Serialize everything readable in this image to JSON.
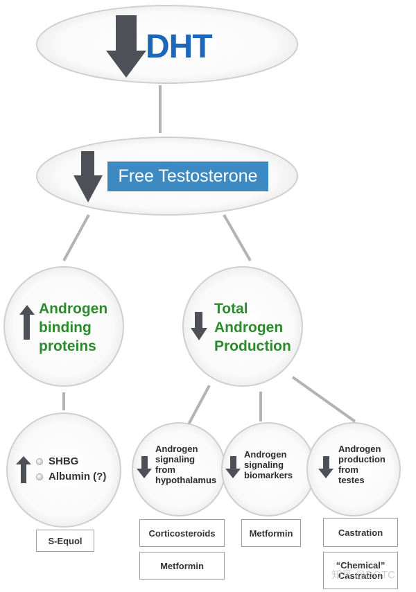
{
  "top": {
    "title": "DHT"
  },
  "level2": {
    "label": "Free Testosterone"
  },
  "left_branch": {
    "title_lines": [
      "Androgen",
      "binding",
      "proteins"
    ],
    "items": [
      "SHBG",
      "Albumin (?)"
    ],
    "box": "S-Equol"
  },
  "right_branch": {
    "title_lines": [
      "Total",
      "Androgen",
      "Production"
    ],
    "nodes": [
      {
        "lines": [
          "Androgen",
          "signaling",
          "from",
          "hypothalamus"
        ],
        "boxes": [
          "Corticosteroids",
          "Metformin"
        ]
      },
      {
        "lines": [
          "Androgen",
          "signaling",
          "biomarkers"
        ],
        "boxes": [
          "Metformin"
        ]
      },
      {
        "lines": [
          "Androgen",
          "production",
          "from",
          "testes"
        ],
        "boxes": [
          "Castration",
          "“Chemical”\nCastration"
        ]
      }
    ]
  },
  "watermark": "知乎 @DOTC",
  "colors": {
    "blue": "#1d66b8",
    "green": "#2b8a2b",
    "box_blue": "#3d8ac2",
    "arrow": "#4d5157"
  },
  "icons": [
    "arrow-down-icon",
    "arrow-up-icon",
    "bullet-dot-icon"
  ]
}
